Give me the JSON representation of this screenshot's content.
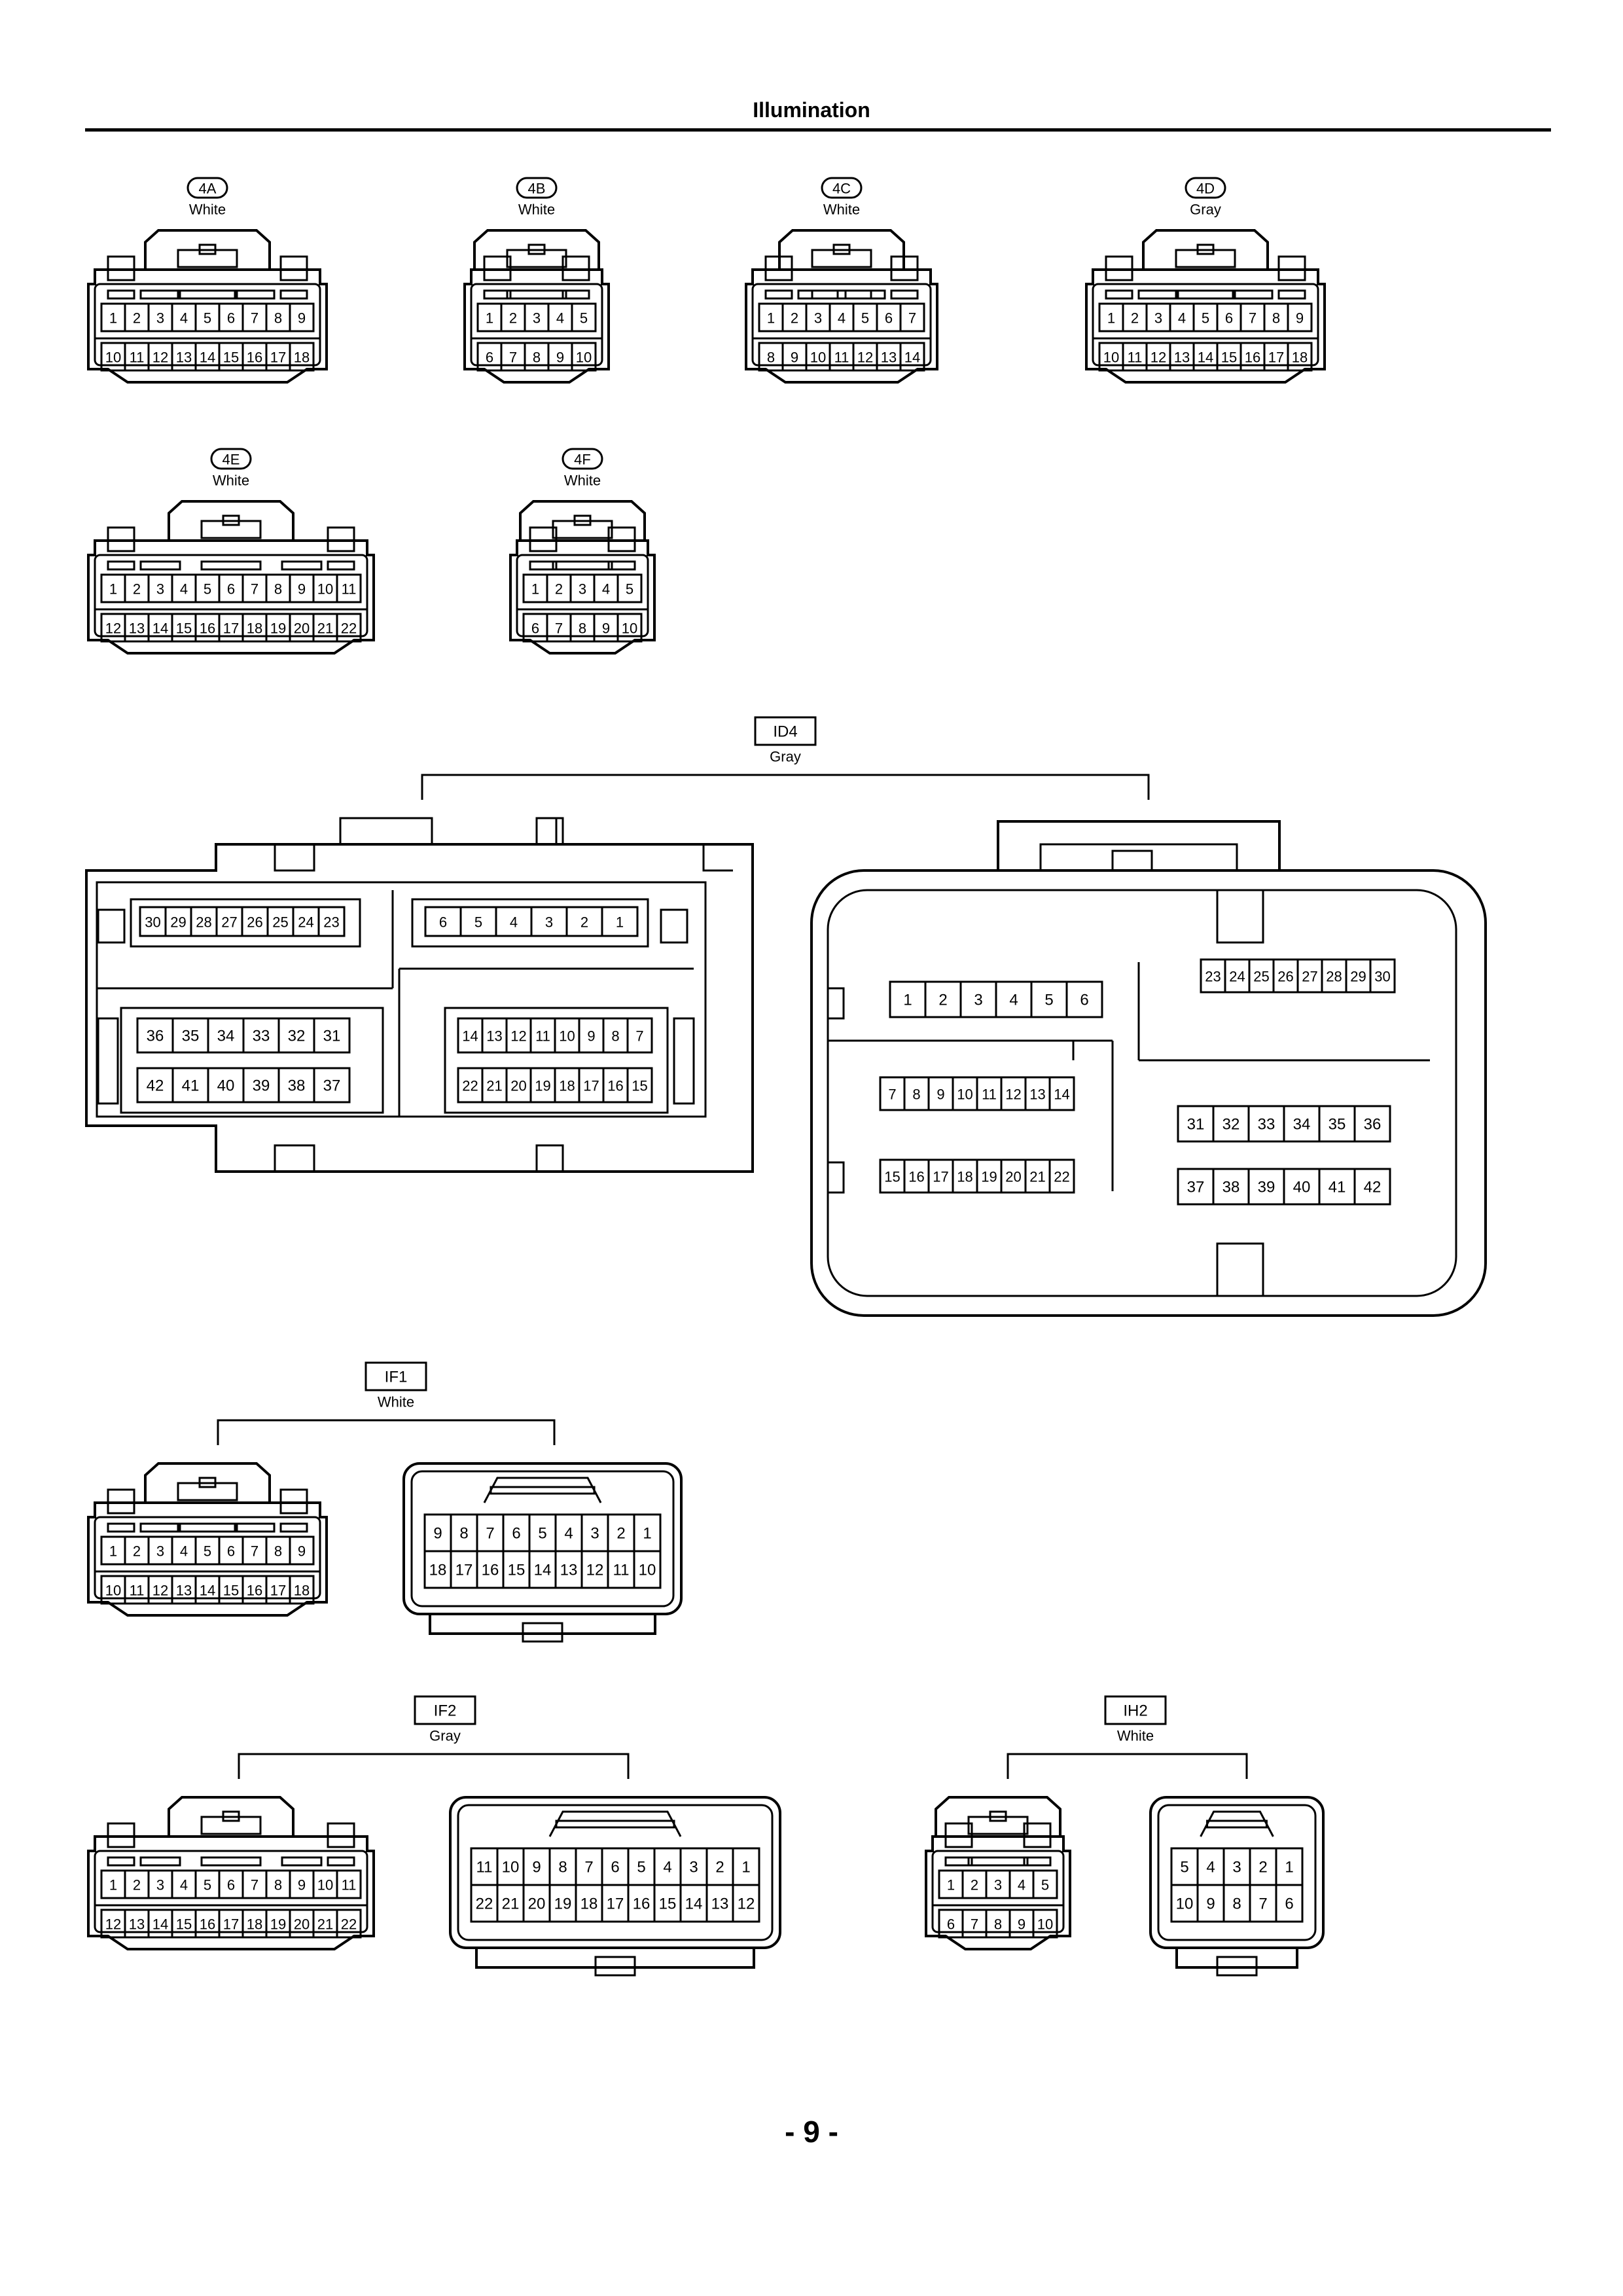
{
  "page": {
    "title": "Illumination",
    "page_number": "- 9 -"
  },
  "connectors": [
    {
      "id": "4A",
      "color": "White",
      "label_style": "pill",
      "rows": [
        [
          "1",
          "2",
          "3",
          "4",
          "5",
          "6",
          "7",
          "8",
          "9"
        ],
        [
          "10",
          "11",
          "12",
          "13",
          "14",
          "15",
          "16",
          "17",
          "18"
        ]
      ]
    },
    {
      "id": "4B",
      "color": "White",
      "label_style": "pill",
      "rows": [
        [
          "1",
          "2",
          "3",
          "4",
          "5"
        ],
        [
          "6",
          "7",
          "8",
          "9",
          "10"
        ]
      ]
    },
    {
      "id": "4C",
      "color": "White",
      "label_style": "pill",
      "rows": [
        [
          "1",
          "2",
          "3",
          "4",
          "5",
          "6",
          "7"
        ],
        [
          "8",
          "9",
          "10",
          "11",
          "12",
          "13",
          "14"
        ]
      ]
    },
    {
      "id": "4D",
      "color": "Gray",
      "label_style": "pill",
      "rows": [
        [
          "1",
          "2",
          "3",
          "4",
          "5",
          "6",
          "7",
          "8",
          "9"
        ],
        [
          "10",
          "11",
          "12",
          "13",
          "14",
          "15",
          "16",
          "17",
          "18"
        ]
      ]
    },
    {
      "id": "4E",
      "color": "White",
      "label_style": "pill",
      "rows": [
        [
          "1",
          "2",
          "3",
          "4",
          "5",
          "6",
          "7",
          "8",
          "9",
          "10",
          "11"
        ],
        [
          "12",
          "13",
          "14",
          "15",
          "16",
          "17",
          "18",
          "19",
          "20",
          "21",
          "22"
        ]
      ]
    },
    {
      "id": "4F",
      "color": "White",
      "label_style": "pill",
      "rows": [
        [
          "1",
          "2",
          "3",
          "4",
          "5"
        ],
        [
          "6",
          "7",
          "8",
          "9",
          "10"
        ]
      ]
    }
  ],
  "pairs": [
    {
      "id": "ID4",
      "color": "Gray",
      "male_blocks": [
        {
          "rows": [
            [
              "30",
              "29",
              "28",
              "27",
              "26",
              "25",
              "24",
              "23"
            ]
          ]
        },
        {
          "rows": [
            [
              "6",
              "5",
              "4",
              "3",
              "2",
              "1"
            ]
          ]
        },
        {
          "rows": [
            [
              "36",
              "35",
              "34",
              "33",
              "32",
              "31"
            ],
            [
              "42",
              "41",
              "40",
              "39",
              "38",
              "37"
            ]
          ]
        },
        {
          "rows": [
            [
              "14",
              "13",
              "12",
              "11",
              "10",
              "9",
              "8",
              "7"
            ],
            [
              "22",
              "21",
              "20",
              "19",
              "18",
              "17",
              "16",
              "15"
            ]
          ]
        }
      ],
      "female_blocks": [
        {
          "rows": [
            [
              "1",
              "2",
              "3",
              "4",
              "5",
              "6"
            ]
          ]
        },
        {
          "rows": [
            [
              "23",
              "24",
              "25",
              "26",
              "27",
              "28",
              "29",
              "30"
            ]
          ]
        },
        {
          "rows": [
            [
              "7",
              "8",
              "9",
              "10",
              "11",
              "12",
              "13",
              "14"
            ]
          ]
        },
        {
          "rows": [
            [
              "31",
              "32",
              "33",
              "34",
              "35",
              "36"
            ],
            [
              "37",
              "38",
              "39",
              "40",
              "41",
              "42"
            ]
          ]
        },
        {
          "rows": [
            [
              "15",
              "16",
              "17",
              "18",
              "19",
              "20",
              "21",
              "22"
            ]
          ]
        }
      ]
    },
    {
      "id": "IF1",
      "color": "White",
      "male_rows": [
        [
          "1",
          "2",
          "3",
          "4",
          "5",
          "6",
          "7",
          "8",
          "9"
        ],
        [
          "10",
          "11",
          "12",
          "13",
          "14",
          "15",
          "16",
          "17",
          "18"
        ]
      ],
      "female_rows": [
        [
          "9",
          "8",
          "7",
          "6",
          "5",
          "4",
          "3",
          "2",
          "1"
        ],
        [
          "18",
          "17",
          "16",
          "15",
          "14",
          "13",
          "12",
          "11",
          "10"
        ]
      ]
    },
    {
      "id": "IF2",
      "color": "Gray",
      "male_rows": [
        [
          "1",
          "2",
          "3",
          "4",
          "5",
          "6",
          "7",
          "8",
          "9",
          "10",
          "11"
        ],
        [
          "12",
          "13",
          "14",
          "15",
          "16",
          "17",
          "18",
          "19",
          "20",
          "21",
          "22"
        ]
      ],
      "female_rows": [
        [
          "11",
          "10",
          "9",
          "8",
          "7",
          "6",
          "5",
          "4",
          "3",
          "2",
          "1"
        ],
        [
          "22",
          "21",
          "20",
          "19",
          "18",
          "17",
          "16",
          "15",
          "14",
          "13",
          "12"
        ]
      ]
    },
    {
      "id": "IH2",
      "color": "White",
      "male_rows": [
        [
          "1",
          "2",
          "3",
          "4",
          "5"
        ],
        [
          "6",
          "7",
          "8",
          "9",
          "10"
        ]
      ],
      "female_rows": [
        [
          "5",
          "4",
          "3",
          "2",
          "1"
        ],
        [
          "10",
          "9",
          "8",
          "7",
          "6"
        ]
      ]
    }
  ]
}
